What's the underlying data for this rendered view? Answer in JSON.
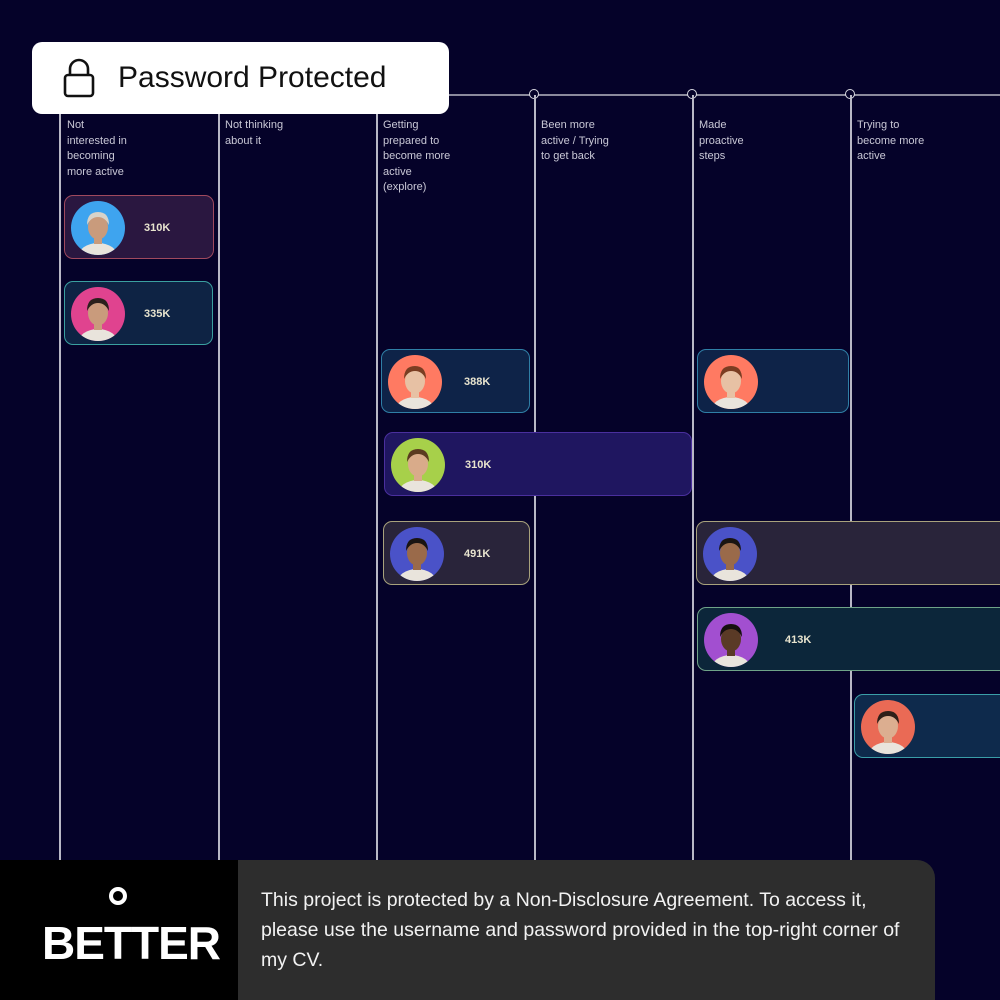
{
  "lock_banner": {
    "label": "Password Protected"
  },
  "columns": [
    {
      "label": "Not\ninterested in\nbecoming\nmore active"
    },
    {
      "label": "Not thinking\nabout it"
    },
    {
      "label": "Getting\nprepared to\nbecome more\nactive\n(explore)"
    },
    {
      "label": "Been more\nactive / Trying\nto get back"
    },
    {
      "label": "Made\nproactive\nsteps"
    },
    {
      "label": "Trying to\nbecome more\nactive"
    }
  ],
  "cards": [
    {
      "value": "310K",
      "avatar_bg": "#3ea4ef",
      "skin": "#c99b7c",
      "hair": "#d8d3c9",
      "border": "#a0495e",
      "fill": "#2a1740"
    },
    {
      "value": "335K",
      "avatar_bg": "#e0438f",
      "skin": "#c99b7c",
      "hair": "#2a201c",
      "border": "#3aa0a0",
      "fill": "#0e2344"
    },
    {
      "value": "388K",
      "avatar_bg": "#ff7a62",
      "skin": "#e7c1a4",
      "hair": "#7a3d22",
      "border": "#2f7fa6",
      "fill": "#0e2348"
    },
    {
      "value": "",
      "avatar_bg": "#ff7a62",
      "skin": "#e7c1a4",
      "hair": "#7a3d22",
      "border": "#2f7fa6",
      "fill": "#0e2348"
    },
    {
      "value": "310K",
      "avatar_bg": "#a7d04a",
      "skin": "#d9ab8a",
      "hair": "#5a3a20",
      "border": "#4a2f9e",
      "fill": "#1f1660"
    },
    {
      "value": "491K",
      "avatar_bg": "#4a52c8",
      "skin": "#9a6a4a",
      "hair": "#1a1412",
      "border": "#a8a27c",
      "fill": "#29243a"
    },
    {
      "value": "",
      "avatar_bg": "#4a52c8",
      "skin": "#9a6a4a",
      "hair": "#1a1412",
      "border": "#a8a27c",
      "fill": "#29243a"
    },
    {
      "value": "413K",
      "avatar_bg": "#a24fd0",
      "skin": "#5a3a26",
      "hair": "#15100e",
      "border": "#6fa388",
      "fill": "#0c263a"
    },
    {
      "value": "",
      "avatar_bg": "#ea6a55",
      "skin": "#dcae90",
      "hair": "#2e1f18",
      "border": "#3a9ea8",
      "fill": "#0e2a4c"
    }
  ],
  "footer": {
    "brand": "BETTER",
    "message": "This project is protected by a Non-Disclosure Agreement. To access it, please use the username and password provided in the top-right corner of my CV."
  }
}
